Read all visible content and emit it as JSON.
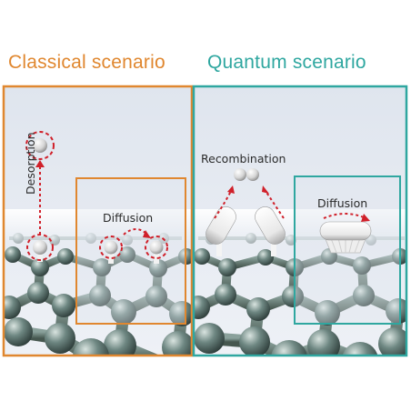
{
  "headings": {
    "classical": "Classical scenario",
    "quantum": "Quantum scenario"
  },
  "labels": {
    "desorption": "Desorption",
    "diffusion_classical": "Diffusion",
    "recombination": "Recombination",
    "diffusion_quantum": "Diffusion"
  },
  "colors": {
    "classical_accent": "#e0872f",
    "quantum_accent": "#2fa7a0",
    "arrow": "#d0202a",
    "carbon": "#667d78",
    "background": "#e6ebf2"
  }
}
